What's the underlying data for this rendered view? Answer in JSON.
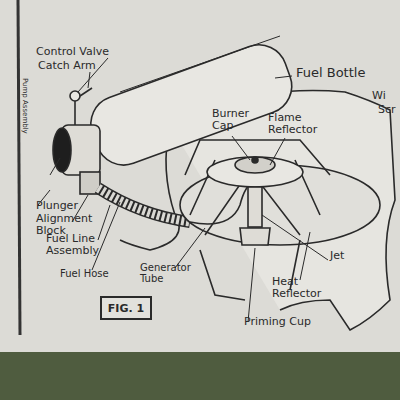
{
  "diagram": {
    "nodes": [
      {
        "text": [
          "FIG. 1"
        ]
      }
    ],
    "edges": [],
    "labels": [
      "Control Valve",
      "Catch Arm",
      "Pump Assembly",
      "Fuel Bottle",
      "Wi",
      "Scr",
      "Burner Cap",
      "Flame Reflector",
      "Plunger",
      "Alignment Block",
      "Fuel Line Assembly",
      "Fuel Hose",
      "Generator Tube",
      "Jet",
      "Heat Reflector",
      "Priming Cup"
    ]
  }
}
